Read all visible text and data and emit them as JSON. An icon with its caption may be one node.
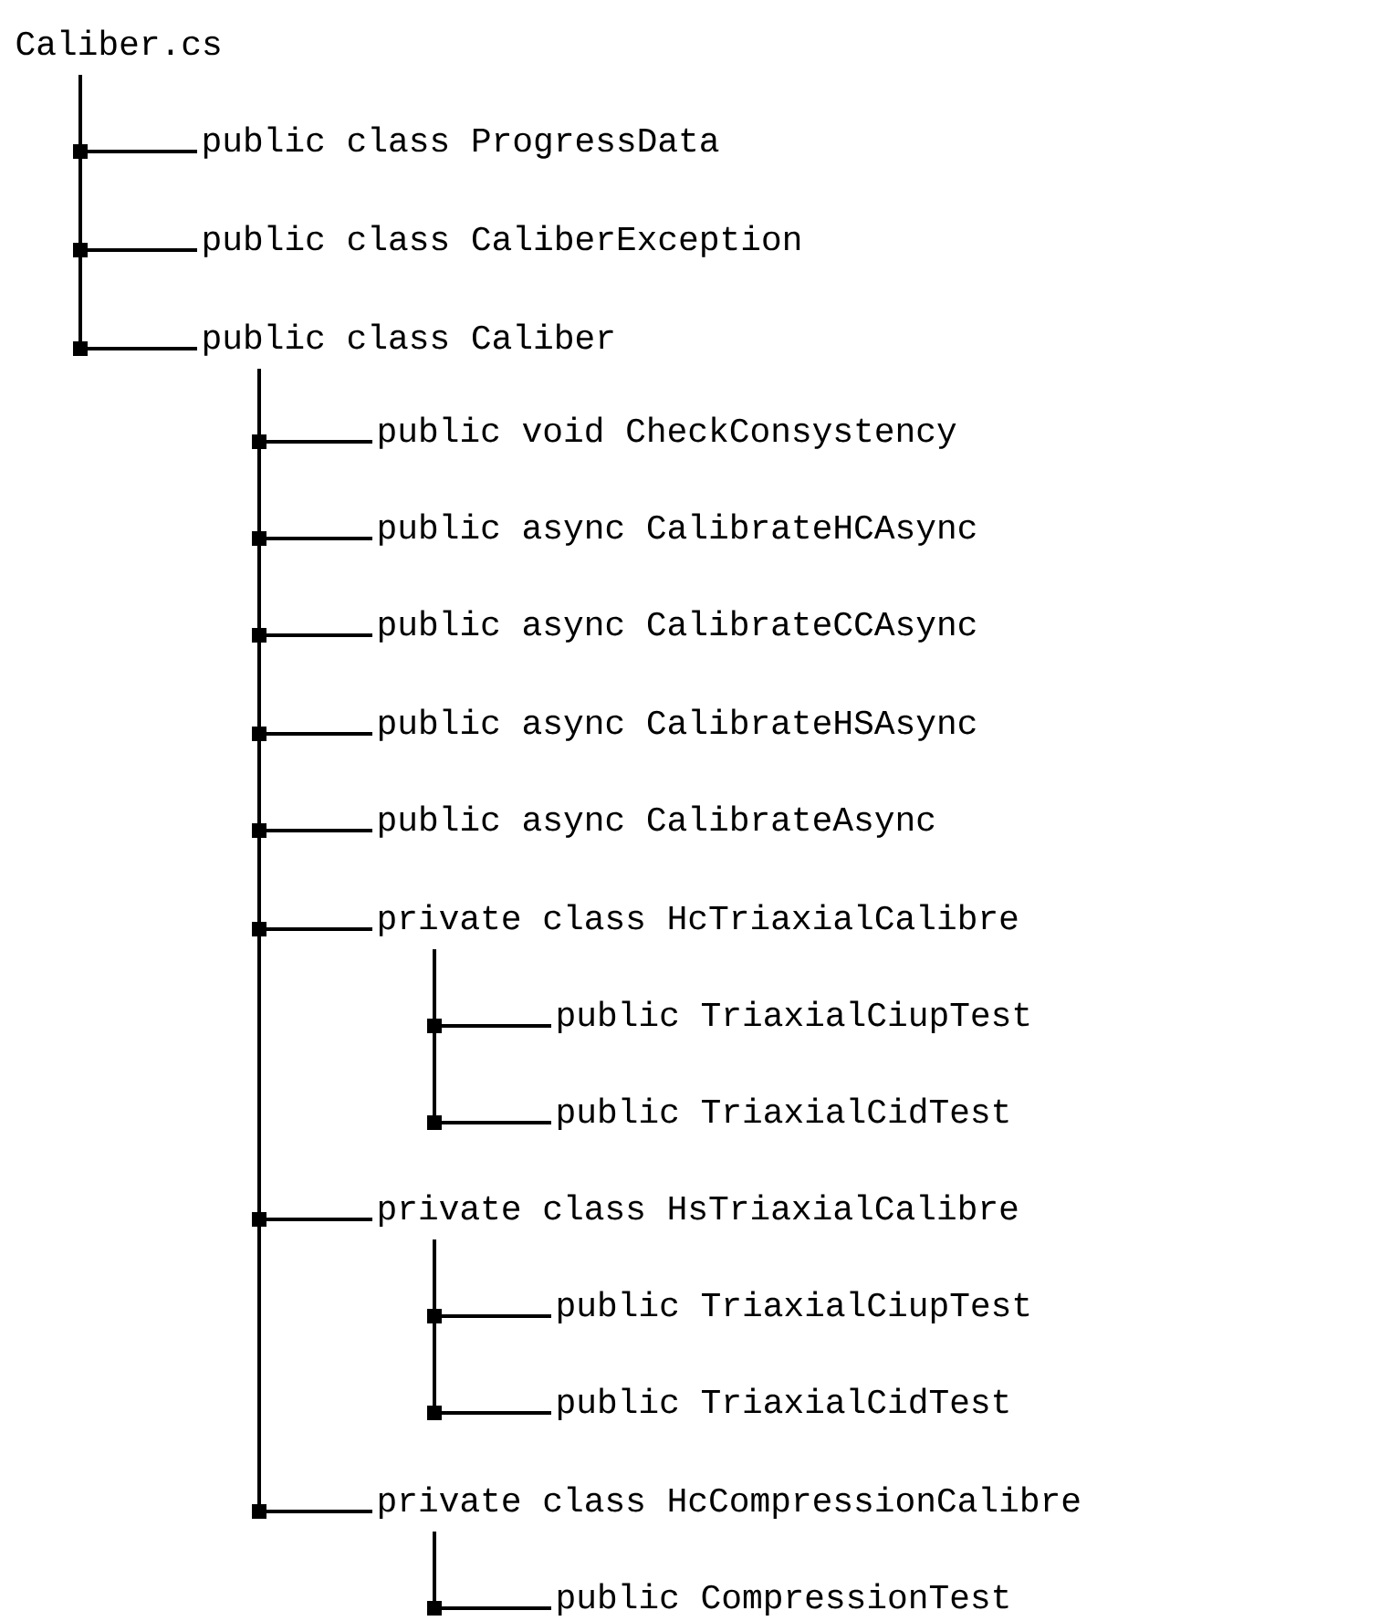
{
  "diagram": {
    "nodes": [
      {
        "text": [
          "Caliber.cs"
        ]
      },
      {
        "text": [
          "public class ProgressData"
        ]
      },
      {
        "text": [
          "public class CaliberException"
        ]
      },
      {
        "text": [
          "public class Caliber"
        ]
      },
      {
        "text": [
          "public void CheckConsystency"
        ]
      },
      {
        "text": [
          "public async CalibrateHCAsync"
        ]
      },
      {
        "text": [
          "public async CalibrateCCAsync"
        ]
      },
      {
        "text": [
          "public async CalibrateHSAsync"
        ]
      },
      {
        "text": [
          "public async CalibrateAsync"
        ]
      },
      {
        "text": [
          "private class HcTriaxialCalibre"
        ]
      },
      {
        "text": [
          "public TriaxialCiupTest"
        ]
      },
      {
        "text": [
          "public TriaxialCidTest"
        ]
      },
      {
        "text": [
          "private class HsTriaxialCalibre"
        ]
      },
      {
        "text": [
          "public TriaxialCiupTest"
        ]
      },
      {
        "text": [
          "public TriaxialCidTest"
        ]
      },
      {
        "text": [
          "private class HcCompressionCalibre"
        ]
      },
      {
        "text": [
          "public CompressionTest"
        ]
      }
    ],
    "edges": [
      {
        "from": 0,
        "to": 1,
        "arrow": "none"
      },
      {
        "from": 0,
        "to": 2,
        "arrow": "none"
      },
      {
        "from": 0,
        "to": 3,
        "arrow": "none"
      },
      {
        "from": 3,
        "to": 4,
        "arrow": "none"
      },
      {
        "from": 3,
        "to": 5,
        "arrow": "none"
      },
      {
        "from": 3,
        "to": 6,
        "arrow": "none"
      },
      {
        "from": 3,
        "to": 7,
        "arrow": "none"
      },
      {
        "from": 3,
        "to": 8,
        "arrow": "none"
      },
      {
        "from": 3,
        "to": 9,
        "arrow": "none"
      },
      {
        "from": 9,
        "to": 10,
        "arrow": "none"
      },
      {
        "from": 9,
        "to": 11,
        "arrow": "none"
      },
      {
        "from": 3,
        "to": 12,
        "arrow": "none"
      },
      {
        "from": 12,
        "to": 13,
        "arrow": "none"
      },
      {
        "from": 12,
        "to": 14,
        "arrow": "none"
      },
      {
        "from": 3,
        "to": 15,
        "arrow": "none"
      },
      {
        "from": 15,
        "to": 16,
        "arrow": "none"
      }
    ]
  }
}
